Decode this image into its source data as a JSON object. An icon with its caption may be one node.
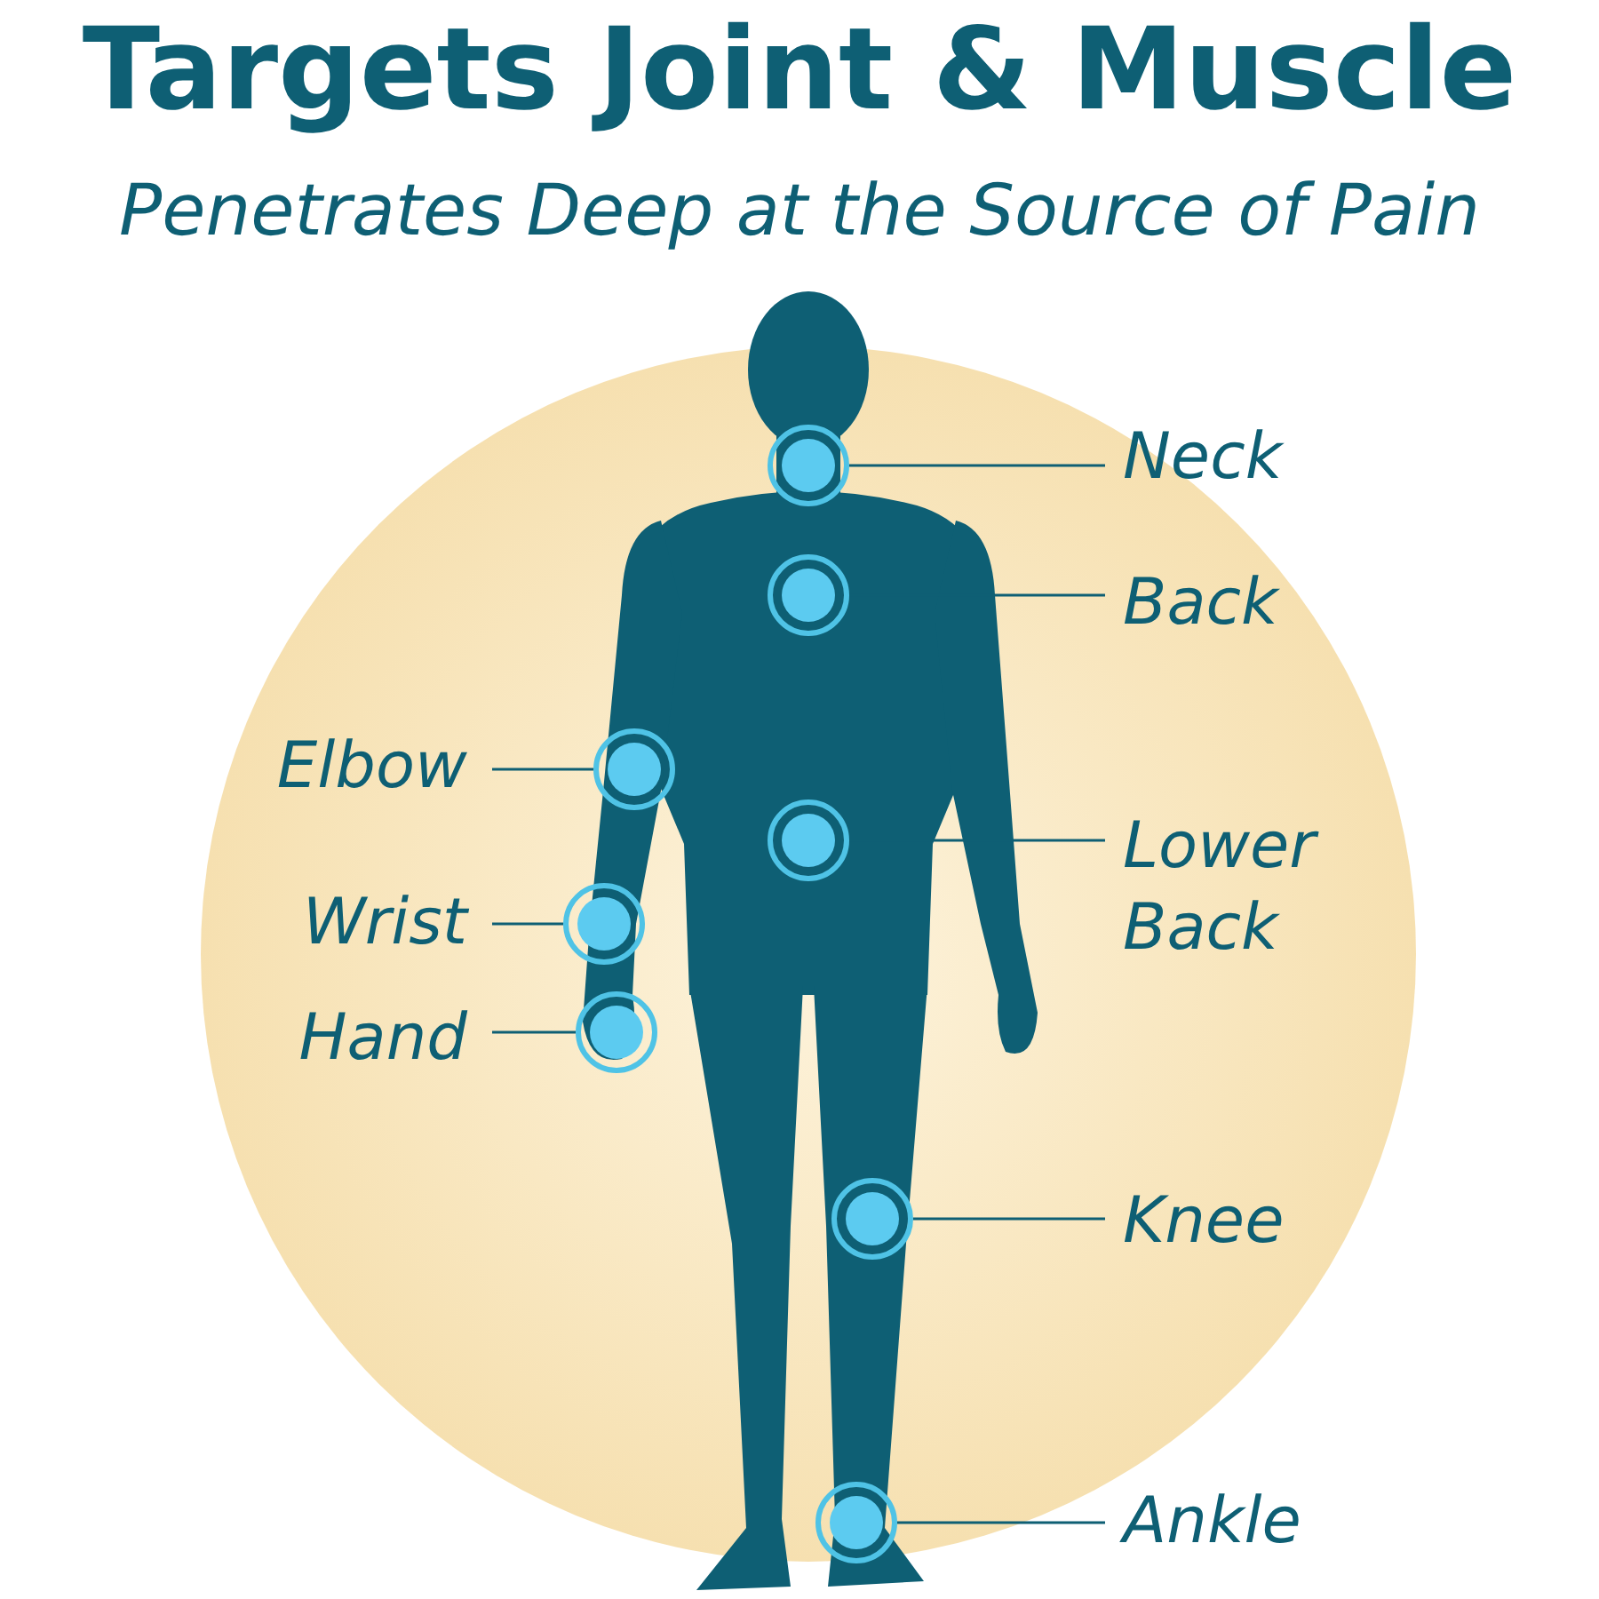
{
  "diagram": {
    "title": "Targets Joint & Muscle",
    "nodes": [
      {
        "text": [
          "Neck"
        ]
      },
      {
        "text": [
          "Back"
        ]
      },
      {
        "text": [
          "Elbow"
        ]
      },
      {
        "text": [
          "Lower Back"
        ]
      },
      {
        "text": [
          "Wrist"
        ]
      },
      {
        "text": [
          "Hand"
        ]
      },
      {
        "text": [
          "Knee"
        ]
      },
      {
        "text": [
          "Ankle"
        ]
      },
      {
        "text": [],
        "shape": "circle"
      },
      {
        "text": [],
        "shape": "circle"
      },
      {
        "text": [],
        "shape": "circle"
      },
      {
        "text": [],
        "shape": "circle"
      },
      {
        "text": [],
        "shape": "circle"
      },
      {
        "text": [],
        "shape": "circle"
      },
      {
        "text": [],
        "shape": "circle"
      },
      {
        "text": [],
        "shape": "circle"
      }
    ],
    "edges": [
      {
        "from": 0,
        "to": 8,
        "arrow": "none"
      },
      {
        "from": 1,
        "to": 9,
        "arrow": "none"
      },
      {
        "from": 2,
        "to": 10,
        "arrow": "none"
      },
      {
        "from": 3,
        "to": 11,
        "arrow": "none"
      },
      {
        "from": 4,
        "to": 12,
        "arrow": "none"
      },
      {
        "from": 5,
        "to": 13,
        "arrow": "none"
      },
      {
        "from": 6,
        "to": 14,
        "arrow": "none"
      },
      {
        "from": 7,
        "to": 15,
        "arrow": "none"
      }
    ],
    "labels": [
      "Penetrates Deep at the Source of Pain"
    ]
  }
}
